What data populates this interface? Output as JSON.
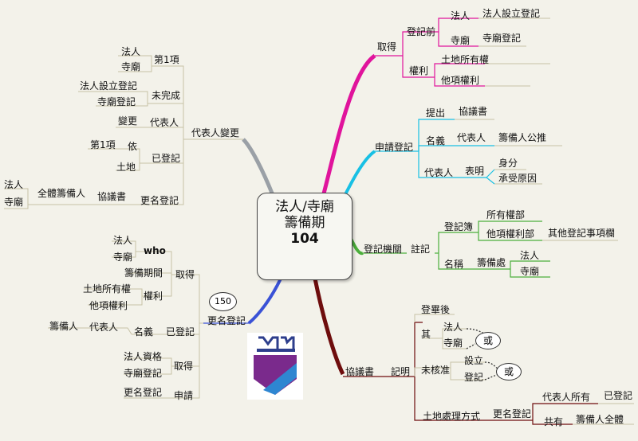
{
  "center": {
    "line1": "法人/寺廟",
    "line2": "籌備期",
    "line3": "104"
  },
  "colors": {
    "magenta": "#e0149c",
    "cyan": "#18c0e4",
    "green": "#4caf3c",
    "darkred": "#6e0d0d",
    "blue": "#3a52d6",
    "gray": "#9aa0a6",
    "leaf": "#c7c2a6"
  },
  "qude": {
    "root": "取得",
    "before": "登記前",
    "faren": "法人",
    "faren_setup": "法人設立登記",
    "simiao": "寺廟",
    "simiao_reg": "寺廟登記",
    "quanli": "權利",
    "land": "土地所有權",
    "other": "他項權利"
  },
  "shenqing": {
    "root": "申請登記",
    "tichu": "提出",
    "xieyi": "協議書",
    "mingyi": "名義",
    "daibiao": "代表人",
    "choubei_gongtui": "籌備人公推",
    "daibiao2": "代表人",
    "biaoming": "表明",
    "shenfen": "身分",
    "chengshou": "承受原因"
  },
  "jiguan": {
    "root": "登記機關",
    "zhuji": "註記",
    "bu": "登記簿",
    "suoyouquan": "所有權部",
    "taxiang": "他項權利部",
    "qita": "其他登記事項欄",
    "mingcheng": "名稱",
    "choubeichu": "籌備處",
    "faren": "法人",
    "simiao": "寺廟"
  },
  "xieyishu": {
    "root": "協議書",
    "jiming": "記明",
    "dengbi": "登畢後",
    "qi": "其",
    "faren": "法人",
    "simiao": "寺廟",
    "or1": "或",
    "weihe": "未核准",
    "sheli": "設立",
    "dengji": "登記",
    "or2": "或",
    "tudi": "土地處理方式",
    "gengming": "更名登記",
    "daibiao_suoyou": "代表人所有",
    "yidengji": "已登記",
    "gongyou": "共有",
    "choubei_quanti": "籌備人全體"
  },
  "gengming": {
    "root": "更名登記",
    "badge": "150",
    "qude": "取得",
    "who": "who",
    "faren": "法人",
    "simiao": "寺廟",
    "choubeiqijian": "籌備期間",
    "quanli": "權利",
    "land": "土地所有權",
    "other": "他項權利",
    "yidengji": "已登記",
    "mingyi": "名義",
    "daibiao": "代表人",
    "choubeiren": "籌備人",
    "qude2": "取得",
    "faren_zige": "法人資格",
    "simiao_reg": "寺廟登記",
    "shenqing": "申請",
    "gengming2": "更名登記"
  },
  "daibiaobiangeng": {
    "root": "代表人變更",
    "first": "第1項",
    "faren": "法人",
    "simiao": "寺廟",
    "weiwancheng": "未完成",
    "faren_setup": "法人設立登記",
    "simiao_reg": "寺廟登記",
    "daibiao": "代表人",
    "biangeng": "變更",
    "yidengji": "已登記",
    "yi": "依",
    "first2": "第1項",
    "tudi": "土地",
    "gengming": "更名登記",
    "xieyishu": "協議書",
    "quanti": "全體籌備人",
    "faren2": "法人",
    "simiao2": "寺廟"
  }
}
